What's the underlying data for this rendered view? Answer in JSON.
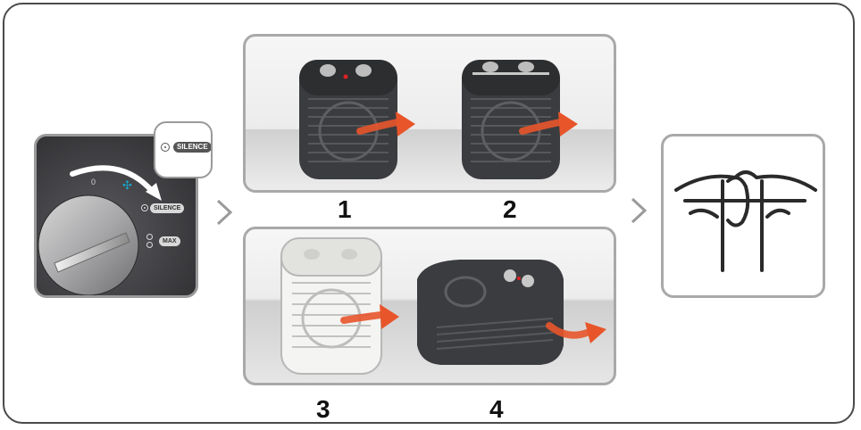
{
  "dial": {
    "zero_mark": "0",
    "silence_label": "SILENCE",
    "max_label": "MAX",
    "zoom_label": "SILENCE"
  },
  "heaters": [
    {
      "number": "1"
    },
    {
      "number": "2"
    },
    {
      "number": "3"
    },
    {
      "number": "4"
    }
  ],
  "colors": {
    "frame": "#4a4a4a",
    "panel_border": "#a9a9a9",
    "dial_panel": "#3e3e42",
    "heater_dark": "#3b3c3f",
    "heater_white": "#f4f4f2",
    "arrow": "#e8552b",
    "cyan_fan": "#1aa3c8"
  },
  "icons": [
    "chevron-right-icon",
    "fan-icon",
    "hand-pinch-icon"
  ]
}
